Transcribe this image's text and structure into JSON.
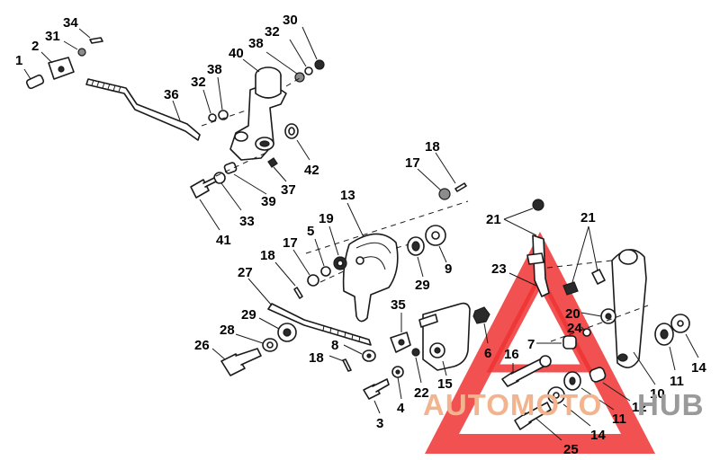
{
  "callouts": [
    {
      "id": "c1",
      "text": "1"
    },
    {
      "id": "c2",
      "text": "2"
    },
    {
      "id": "c31",
      "text": "31"
    },
    {
      "id": "c34",
      "text": "34"
    },
    {
      "id": "c36",
      "text": "36"
    },
    {
      "id": "c32a",
      "text": "32"
    },
    {
      "id": "c38a",
      "text": "38"
    },
    {
      "id": "c40",
      "text": "40"
    },
    {
      "id": "c38b",
      "text": "38"
    },
    {
      "id": "c32b",
      "text": "32"
    },
    {
      "id": "c30",
      "text": "30"
    },
    {
      "id": "c42",
      "text": "42"
    },
    {
      "id": "c37",
      "text": "37"
    },
    {
      "id": "c39",
      "text": "39"
    },
    {
      "id": "c33",
      "text": "33"
    },
    {
      "id": "c41",
      "text": "41"
    },
    {
      "id": "c17a",
      "text": "17"
    },
    {
      "id": "c18a",
      "text": "18"
    },
    {
      "id": "c13",
      "text": "13"
    },
    {
      "id": "c19",
      "text": "19"
    },
    {
      "id": "c5",
      "text": "5"
    },
    {
      "id": "c17b",
      "text": "17"
    },
    {
      "id": "c18b",
      "text": "18"
    },
    {
      "id": "c27",
      "text": "27"
    },
    {
      "id": "c29a",
      "text": "29"
    },
    {
      "id": "c9",
      "text": "9"
    },
    {
      "id": "c35",
      "text": "35"
    },
    {
      "id": "c29b",
      "text": "29"
    },
    {
      "id": "c28",
      "text": "28"
    },
    {
      "id": "c26",
      "text": "26"
    },
    {
      "id": "c8",
      "text": "8"
    },
    {
      "id": "c18c",
      "text": "18"
    },
    {
      "id": "c22",
      "text": "22"
    },
    {
      "id": "c15",
      "text": "15"
    },
    {
      "id": "c4",
      "text": "4"
    },
    {
      "id": "c3",
      "text": "3"
    },
    {
      "id": "c6",
      "text": "6"
    },
    {
      "id": "c21a",
      "text": "21"
    },
    {
      "id": "c21b",
      "text": "21"
    },
    {
      "id": "c23",
      "text": "23"
    },
    {
      "id": "c20",
      "text": "20"
    },
    {
      "id": "c24",
      "text": "24"
    },
    {
      "id": "c7",
      "text": "7"
    },
    {
      "id": "c16",
      "text": "16"
    },
    {
      "id": "c11a",
      "text": "11"
    },
    {
      "id": "c14a",
      "text": "14"
    },
    {
      "id": "c10",
      "text": "10"
    },
    {
      "id": "c12",
      "text": "12"
    },
    {
      "id": "c11b",
      "text": "11"
    },
    {
      "id": "c14b",
      "text": "14"
    },
    {
      "id": "c25",
      "text": "25"
    }
  ],
  "watermark": {
    "text_part1": "AUTOMOTO",
    "text_part2": "HUB",
    "color_part1": "#f2b48f",
    "color_part2": "#9a9a9a",
    "triangle_color": "#ee3333"
  }
}
